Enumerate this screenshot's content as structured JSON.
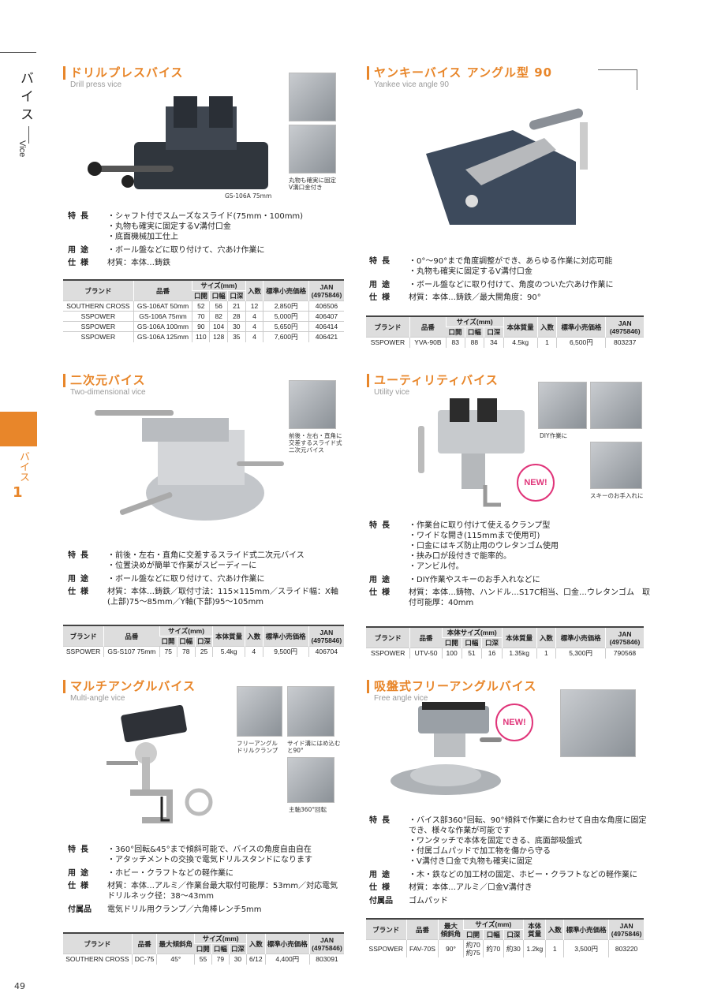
{
  "sidebar": {
    "category": "バイス",
    "category_en": "Vice",
    "tab_label": "バイス",
    "tab_number": "1"
  },
  "page_number": "49",
  "labels": {
    "feature": "特長",
    "use": "用途",
    "spec": "仕様",
    "accessory": "付属品"
  },
  "products": {
    "drill": {
      "title": "ドリルプレスバイス",
      "subtitle": "Drill press vice",
      "model_caption": "GS-106A 75mm",
      "thumb_caption": "丸物も確実に固定\nV溝口金付き",
      "features": [
        "・シャフト付でスムーズなスライド(75mm・100mm)",
        "・丸物も確実に固定するV溝付口金",
        "・底面機械加工仕上"
      ],
      "use": "・ボール盤などに取り付けて、穴あけ作業に",
      "spec": "材質：本体…鋳鉄",
      "table": {
        "headers": [
          "ブランド",
          "品番",
          "サイズ(mm)",
          "入数",
          "標準小売価格",
          "JAN\n(4975846)"
        ],
        "subheaders": [
          "口開",
          "口幅",
          "口深"
        ],
        "rows": [
          [
            "SOUTHERN CROSS",
            "GS-106AT 50mm",
            "52",
            "56",
            "21",
            "12",
            "2,850円",
            "406506"
          ],
          [
            "SSPOWER",
            "GS-106A 75mm",
            "70",
            "82",
            "28",
            "4",
            "5,000円",
            "406407"
          ],
          [
            "SSPOWER",
            "GS-106A 100mm",
            "90",
            "104",
            "30",
            "4",
            "5,650円",
            "406414"
          ],
          [
            "SSPOWER",
            "GS-106A 125mm",
            "110",
            "128",
            "35",
            "4",
            "7,600円",
            "406421"
          ]
        ]
      }
    },
    "yankee": {
      "title": "ヤンキーバイス アングル型 90",
      "subtitle": "Yankee vice angle 90",
      "features": [
        "・0°～90°まで角度調整ができ、あらゆる作業に対応可能",
        "・丸物も確実に固定するV溝付口金"
      ],
      "use": "・ボール盤などに取り付けて、角度のついた穴あけ作業に",
      "spec": "材質：本体…鋳鉄／最大開角度：90°",
      "table": {
        "headers": [
          "ブランド",
          "品番",
          "サイズ(mm)",
          "本体質量",
          "入数",
          "標準小売価格",
          "JAN\n(4975846)"
        ],
        "subheaders": [
          "口開",
          "口幅",
          "口深"
        ],
        "rows": [
          [
            "SSPOWER",
            "YVA-90B",
            "83",
            "88",
            "34",
            "4.5kg",
            "1",
            "6,500円",
            "803237"
          ]
        ]
      }
    },
    "twod": {
      "title": "二次元バイス",
      "subtitle": "Two-dimensional vice",
      "thumb_caption": "前後・左右・直角に\n交差するスライド式\n二次元バイス",
      "features": [
        "・前後・左右・直角に交差するスライド式二次元バイス",
        "・位置決めが簡単で作業がスピーディーに"
      ],
      "use": "・ボール盤などに取り付けて、穴あけ作業に",
      "spec": "材質：本体…鋳鉄／取付寸法：115×115mm／スライド幅：X軸(上部)75～85mm／Y軸(下部)95～105mm",
      "table": {
        "headers": [
          "ブランド",
          "品番",
          "サイズ(mm)",
          "本体質量",
          "入数",
          "標準小売価格",
          "JAN\n(4975846)"
        ],
        "subheaders": [
          "口開",
          "口幅",
          "口深"
        ],
        "rows": [
          [
            "SSPOWER",
            "GS-S107 75mm",
            "75",
            "78",
            "25",
            "5.4kg",
            "4",
            "9,500円",
            "406704"
          ]
        ]
      }
    },
    "utility": {
      "title": "ユーティリティバイス",
      "subtitle": "Utility vice",
      "badge": "NEW!",
      "thumb_caption_1": "DIY作業に",
      "thumb_caption_2": "スキーのお手入れに",
      "features": [
        "・作業台に取り付けて使えるクランプ型",
        "・ワイドな開き(115mmまで使用可)",
        "・口金にはキズ防止用のウレタンゴム使用",
        "・挟み口が段付きで能率的。",
        "・アンビル付。"
      ],
      "use": "・DIY作業やスキーのお手入れなどに",
      "spec": "材質：本体…鋳物、ハンドル…S17C相当、口金…ウレタンゴム　取付可能厚：40mm",
      "table": {
        "headers": [
          "ブランド",
          "品番",
          "本体サイズ(mm)",
          "本体質量",
          "入数",
          "標準小売価格",
          "JAN\n(4975846)"
        ],
        "subheaders": [
          "口開",
          "口幅",
          "口深"
        ],
        "rows": [
          [
            "SSPOWER",
            "UTV-50",
            "100",
            "51",
            "16",
            "1.35kg",
            "1",
            "5,300円",
            "790568"
          ]
        ]
      }
    },
    "multi": {
      "title": "マルチアングルバイス",
      "subtitle": "Multi-angle vice",
      "thumb_caption_1": "フリーアングル\nドリルクランプ",
      "thumb_caption_2": "サイド溝にはめ込む\nと90°",
      "thumb_caption_3": "主軸360°回転",
      "features": [
        "・360°回転&45°まで傾斜可能で、バイスの角度自由自在",
        "・アタッチメントの交換で電気ドリルスタンドになります"
      ],
      "use": "・ホビー・クラフトなどの軽作業に",
      "spec": "材質：本体…アルミ／作業台最大取付可能厚：53mm／対応電気ドリルネック径：38～43mm",
      "accessory": "電気ドリル用クランプ／六角棒レンチ5mm",
      "table": {
        "headers": [
          "ブランド",
          "品番",
          "最大傾斜角",
          "サイズ(mm)",
          "入数",
          "標準小売価格",
          "JAN\n(4975846)"
        ],
        "subheaders": [
          "口開",
          "口幅",
          "口深"
        ],
        "rows": [
          [
            "SOUTHERN CROSS",
            "DC-75",
            "45°",
            "55",
            "79",
            "30",
            "6/12",
            "4,400円",
            "803091"
          ]
        ]
      }
    },
    "free": {
      "title": "吸盤式フリーアングルバイス",
      "subtitle": "Free angle vice",
      "badge": "NEW!",
      "features": [
        "・バイス部360°回転、90°傾斜で作業に合わせて自由な角度に固定でき、様々な作業が可能です",
        "・ワンタッチで本体を固定できる、底面部吸盤式",
        "・付属ゴムパッドで加工物を傷から守る",
        "・V溝付き口金で丸物も確実に固定"
      ],
      "use": "・木・鉄などの加工材の固定、ホビー・クラフトなどの軽作業に",
      "spec": "材質：本体…アルミ／口金V溝付き",
      "accessory": "ゴムパッド",
      "table": {
        "headers": [
          "ブランド",
          "品番",
          "最大\n傾斜角",
          "サイズ(mm)",
          "本体\n質量",
          "入数",
          "標準小売価格",
          "JAN\n(4975846)"
        ],
        "subheaders": [
          "口開",
          "口幅",
          "口深"
        ],
        "rows": [
          [
            "SSPOWER",
            "FAV-70S",
            "90°",
            "約70\n約75",
            "約70",
            "約30",
            "1.2kg",
            "1",
            "3,500円",
            "803220"
          ]
        ]
      }
    }
  }
}
